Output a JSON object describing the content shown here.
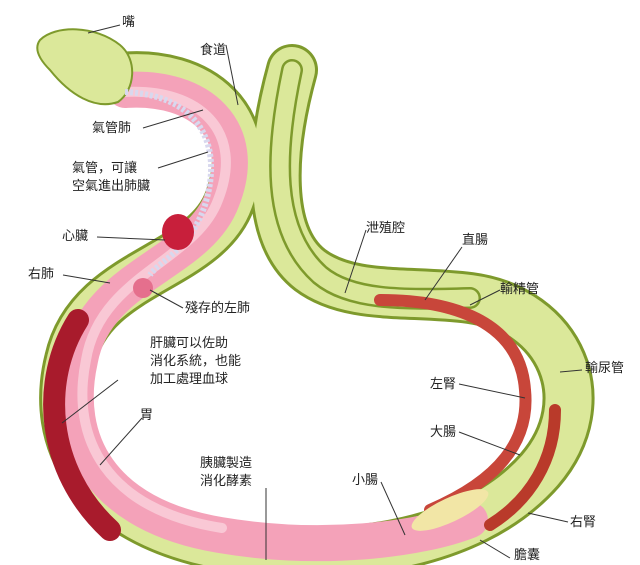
{
  "colors": {
    "skin_fill": "#dbe89a",
    "skin_stroke": "#7e9a2c",
    "body_pink": "#f4a2b9",
    "body_pink_light": "#f9c8d5",
    "organ_red": "#c81f3b",
    "organ_dark": "#a81b2c",
    "kidney": "#b93a2a",
    "fat_yellow": "#f2e6a6",
    "leader_line": "#333333"
  },
  "labels": {
    "mouth": "嘴",
    "esophagus": "食道",
    "tracheal_lung": "氣管肺",
    "trachea": "氣管，可讓\n空氣進出肺臟",
    "heart": "心臟",
    "right_lung": "右肺",
    "left_lung_remnant": "殘存的左肺",
    "liver": "肝臟可以佐助\n消化系統，也能\n加工處理血球",
    "stomach": "胃",
    "pancreas": "胰臟製造\n消化酵素",
    "small_intestine": "小腸",
    "cloaca": "泄殖腔",
    "rectum": "直腸",
    "vas_deferens": "輸精管",
    "ureter": "輸尿管",
    "left_kidney": "左腎",
    "large_intestine": "大腸",
    "right_kidney": "右腎",
    "gallbladder": "膽囊"
  }
}
